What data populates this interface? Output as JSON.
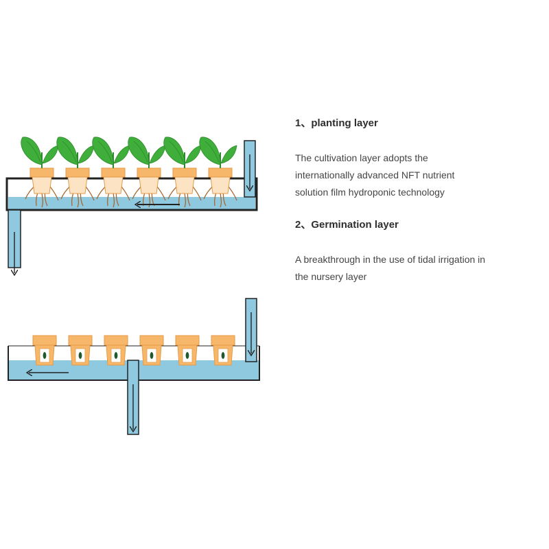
{
  "sections": [
    {
      "number": "1、",
      "title": "planting layer",
      "lines": [
        "The cultivation layer adopts the",
        "internationally advanced NFT nutrient",
        "solution film hydroponic technology"
      ]
    },
    {
      "number": "2、",
      "title": "Germination layer",
      "lines": [
        "A breakthrough in the use of tidal irrigation in",
        "the nursery layer"
      ]
    }
  ],
  "colors": {
    "water": "#8ec9e0",
    "pot": "#f7b76a",
    "pot_edge": "#e79a45",
    "leaf": "#3fae3a",
    "leaf_dark": "#2a8a2a",
    "root": "#a8662f",
    "outline": "#222222",
    "seed": "#1f5a2a"
  },
  "icons": {
    "plant": "seedling-icon",
    "arrow": "flow-arrow-icon"
  }
}
